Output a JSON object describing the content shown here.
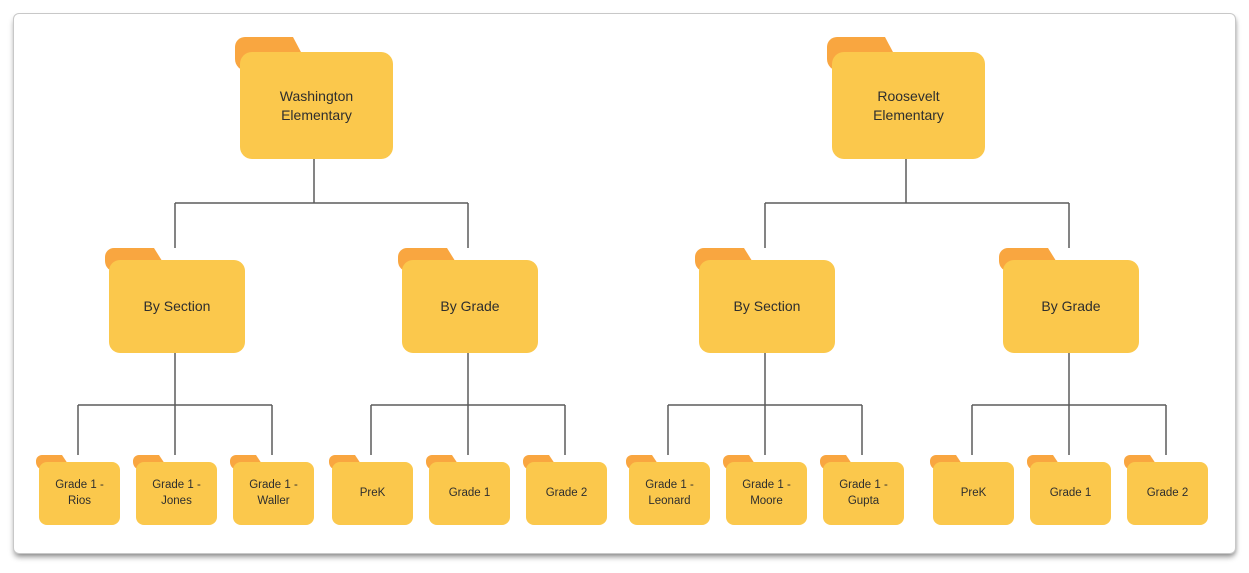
{
  "colors": {
    "folder_body": "#FBC84C",
    "folder_tab": "#F9A640",
    "connector": "#5B5B5B",
    "card_border": "#C8C8C8",
    "label_text": "#2E2E2E"
  },
  "trees": [
    {
      "label": "Washington\nElementary",
      "children": [
        {
          "label": "By Section",
          "children": [
            {
              "label": "Grade 1 -\nRios"
            },
            {
              "label": "Grade 1 -\nJones"
            },
            {
              "label": "Grade 1 -\nWaller"
            }
          ]
        },
        {
          "label": "By Grade",
          "children": [
            {
              "label": "PreK"
            },
            {
              "label": "Grade 1"
            },
            {
              "label": "Grade 2"
            }
          ]
        }
      ]
    },
    {
      "label": "Roosevelt\nElementary",
      "children": [
        {
          "label": "By Section",
          "children": [
            {
              "label": "Grade 1 -\nLeonard"
            },
            {
              "label": "Grade 1 -\nMoore"
            },
            {
              "label": "Grade 1 -\nGupta"
            }
          ]
        },
        {
          "label": "By Grade",
          "children": [
            {
              "label": "PreK"
            },
            {
              "label": "Grade 1"
            },
            {
              "label": "Grade 2"
            }
          ]
        }
      ]
    }
  ]
}
